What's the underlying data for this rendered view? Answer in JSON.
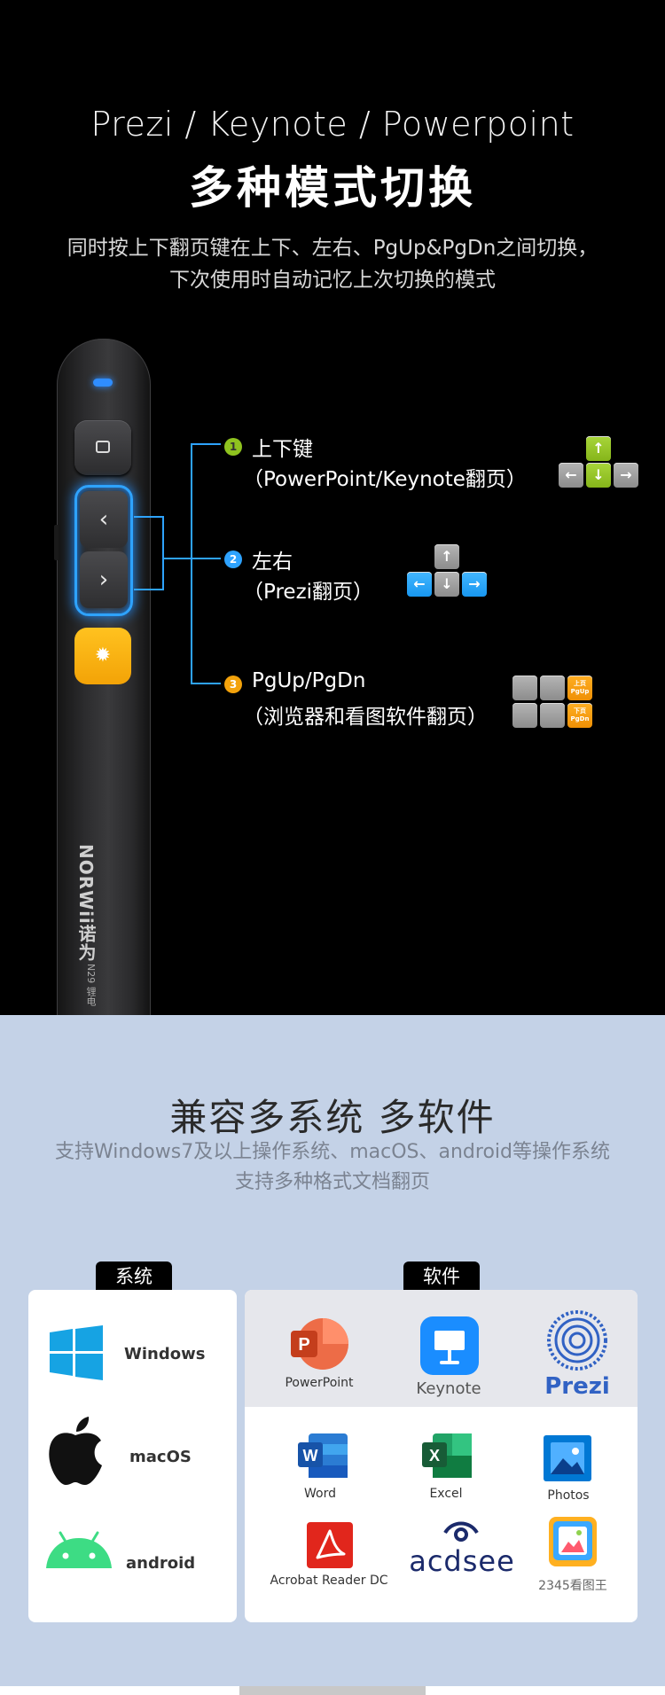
{
  "hero": {
    "subtitle": "Prezi / Keynote / Powerpoint",
    "title": "多种模式切换",
    "desc_line1": "同时按上下翻页键在上下、左右、PgUp&PgDn之间切换，",
    "desc_line2": "下次使用时自动记忆上次切换的模式"
  },
  "remote": {
    "brand": "NORWii诺为",
    "model": "N29 锂电"
  },
  "features": [
    {
      "num": "1",
      "title": "上下键",
      "sub": "（PowerPoint/Keynote翻页）",
      "color": "#8fc31f"
    },
    {
      "num": "2",
      "title": "左右",
      "sub": "（Prezi翻页）",
      "color": "#2ea3ff"
    },
    {
      "num": "3",
      "title": "PgUp/PgDn",
      "sub": "（浏览器和看图软件翻页）",
      "color": "#f3a20b"
    }
  ],
  "keys": {
    "up": "↑",
    "down": "↓",
    "left": "←",
    "right": "→",
    "pgup_zh": "上页",
    "pgup": "PgUp",
    "pgdn_zh": "下页",
    "pgdn": "PgDn"
  },
  "compat": {
    "title": "兼容多系统 多软件",
    "desc_line1": "支持Windows7及以上操作系统、macOS、android等操作系统",
    "desc_line2": "支持多种格式文档翻页"
  },
  "tabs": {
    "system": "系统",
    "software": "软件"
  },
  "systems": [
    "Windows",
    "macOS",
    "android"
  ],
  "apps_top": [
    "PowerPoint",
    "Keynote",
    "Prezi"
  ],
  "apps_bottom": [
    "Word",
    "Excel",
    "Photos",
    "Acrobat Reader DC",
    "acdsee",
    "2345看图王"
  ],
  "icon_letters": {
    "powerpoint": "P",
    "word": "W",
    "excel": "X"
  },
  "colors": {
    "accent_blue": "#2ea3ff",
    "laser_yellow": "#f3a307",
    "bottom_bg": "#c4d2e7"
  }
}
